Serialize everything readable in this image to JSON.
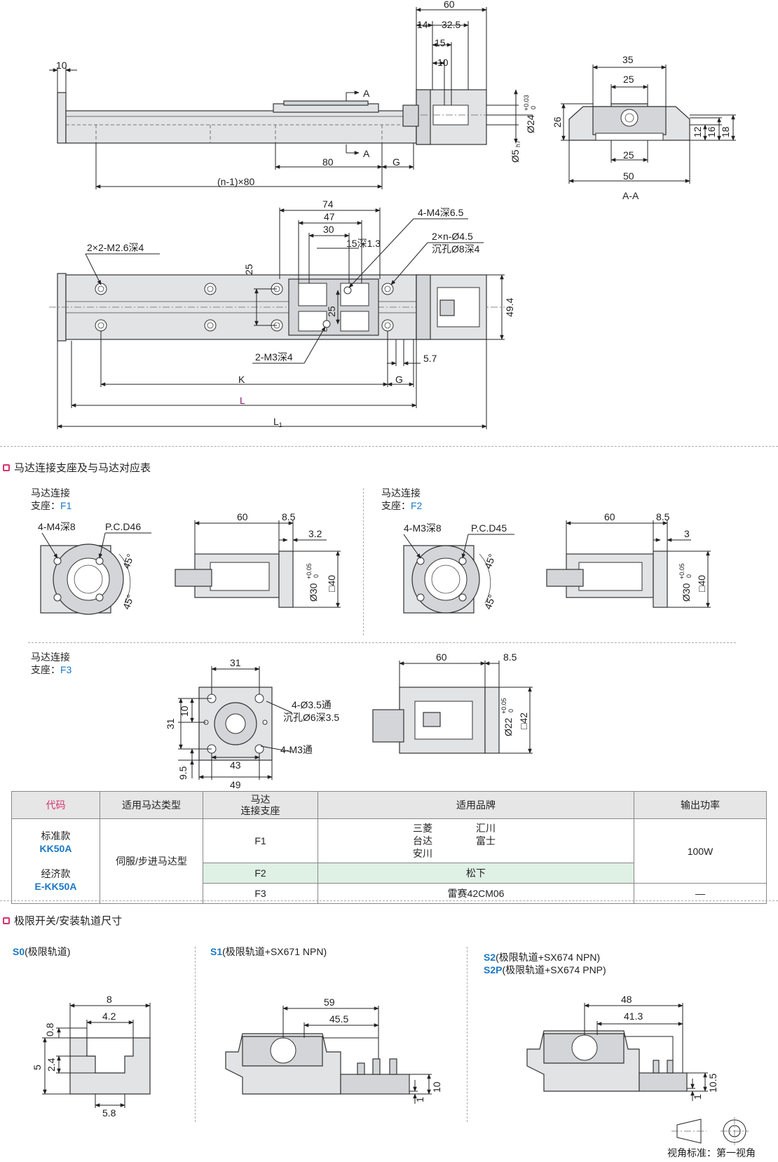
{
  "top_side_view": {
    "dims": [
      "60",
      "14",
      "32.5",
      "15",
      "10",
      "10",
      "80",
      "G",
      "(n-1)×80"
    ],
    "section_marks": [
      "A",
      "A"
    ],
    "shaft_dims": [
      "Ø24",
      "+0.03",
      "0",
      "Ø5",
      "h7"
    ]
  },
  "section_aa": {
    "dims": [
      "35",
      "25",
      "26",
      "12",
      "16",
      "18",
      "25",
      "50"
    ],
    "title": "A-A"
  },
  "top_plan_view": {
    "dims": [
      "74",
      "47",
      "30",
      "15深1.3",
      "25",
      "25",
      "49.4",
      "5.7",
      "K",
      "G",
      "L",
      "L"
    ],
    "l1_sub": "1",
    "callouts": [
      "4-M4深6.5",
      "2×n-Ø4.5",
      "沉孔Ø8深4",
      "2×2-M2.6深4",
      "2-M3深4"
    ]
  },
  "motor_section": {
    "title": "马达连接支座及与马达对应表",
    "f1": {
      "label1": "马达连接",
      "label2": "支座：",
      "code": "F1",
      "callouts": [
        "4-M4深8",
        "P.C.D46",
        "45°",
        "45°"
      ],
      "dims": [
        "60",
        "8.5",
        "3.2",
        "Ø30",
        "+0.05",
        "0",
        "□40"
      ]
    },
    "f2": {
      "label1": "马达连接",
      "label2": "支座：",
      "code": "F2",
      "callouts": [
        "4-M3深8",
        "P.C.D45",
        "45°",
        "45°"
      ],
      "dims": [
        "60",
        "8.5",
        "3",
        "Ø30",
        "+0.05",
        "0",
        "□40"
      ]
    },
    "f3": {
      "label1": "马达连接",
      "label2": "支座：",
      "code": "F3",
      "callouts": [
        "4-Ø3.5通",
        "沉孔Ø6深3.5",
        "4-M3通"
      ],
      "dims": [
        "31",
        "31",
        "10",
        "9.5",
        "43",
        "49",
        "60",
        "8.5",
        "Ø22",
        "+0.05",
        "0",
        "□42"
      ]
    }
  },
  "table": {
    "headers": [
      "代码",
      "适用马达类型",
      "马达",
      "连接支座",
      "适用品牌",
      "输出功率"
    ],
    "code_std_label": "标准款",
    "code_std": "KK50A",
    "code_eco_label": "经济款",
    "code_eco": "E-KK50A",
    "motor_type": "伺服/步进马达型",
    "rows": [
      {
        "seat": "F1",
        "brands": [
          "三菱",
          "汇川",
          "台达",
          "富士",
          "安川"
        ],
        "power": "100W"
      },
      {
        "seat": "F2",
        "brands": [
          "松下"
        ],
        "power": ""
      },
      {
        "seat": "F3",
        "brands": [
          "雷赛42CM06"
        ],
        "power": "—"
      }
    ]
  },
  "limit_section": {
    "title": "极限开关/安装轨道尺寸",
    "s0": {
      "code": "S0",
      "desc": "(极限轨道)",
      "dims": [
        "8",
        "4.2",
        "0.8",
        "5",
        "2.4",
        "5.8"
      ]
    },
    "s1": {
      "code": "S1",
      "desc": "(极限轨道+SX671 NPN)",
      "dims": [
        "59",
        "45.5",
        "10",
        "1"
      ]
    },
    "s2": {
      "code": "S2",
      "desc": "(极限轨道+SX674 NPN)",
      "code_p": "S2P",
      "desc_p": "(极限轨道+SX674 PNP)",
      "dims": [
        "48",
        "41.3",
        "10.5",
        "1"
      ]
    }
  },
  "view_standard": "视角标准：第一视角"
}
